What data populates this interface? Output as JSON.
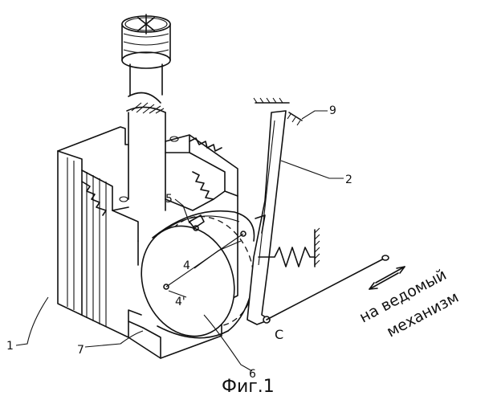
{
  "labels": {
    "l1": "1",
    "l2": "2",
    "l4a": "4",
    "l4b": "4'",
    "l5": "5",
    "l6": "6",
    "l7": "7",
    "l9": "9",
    "lc": "С"
  },
  "annotation": {
    "line1": "на ведомый",
    "line2": "механизм"
  },
  "caption": "Фиг.1"
}
